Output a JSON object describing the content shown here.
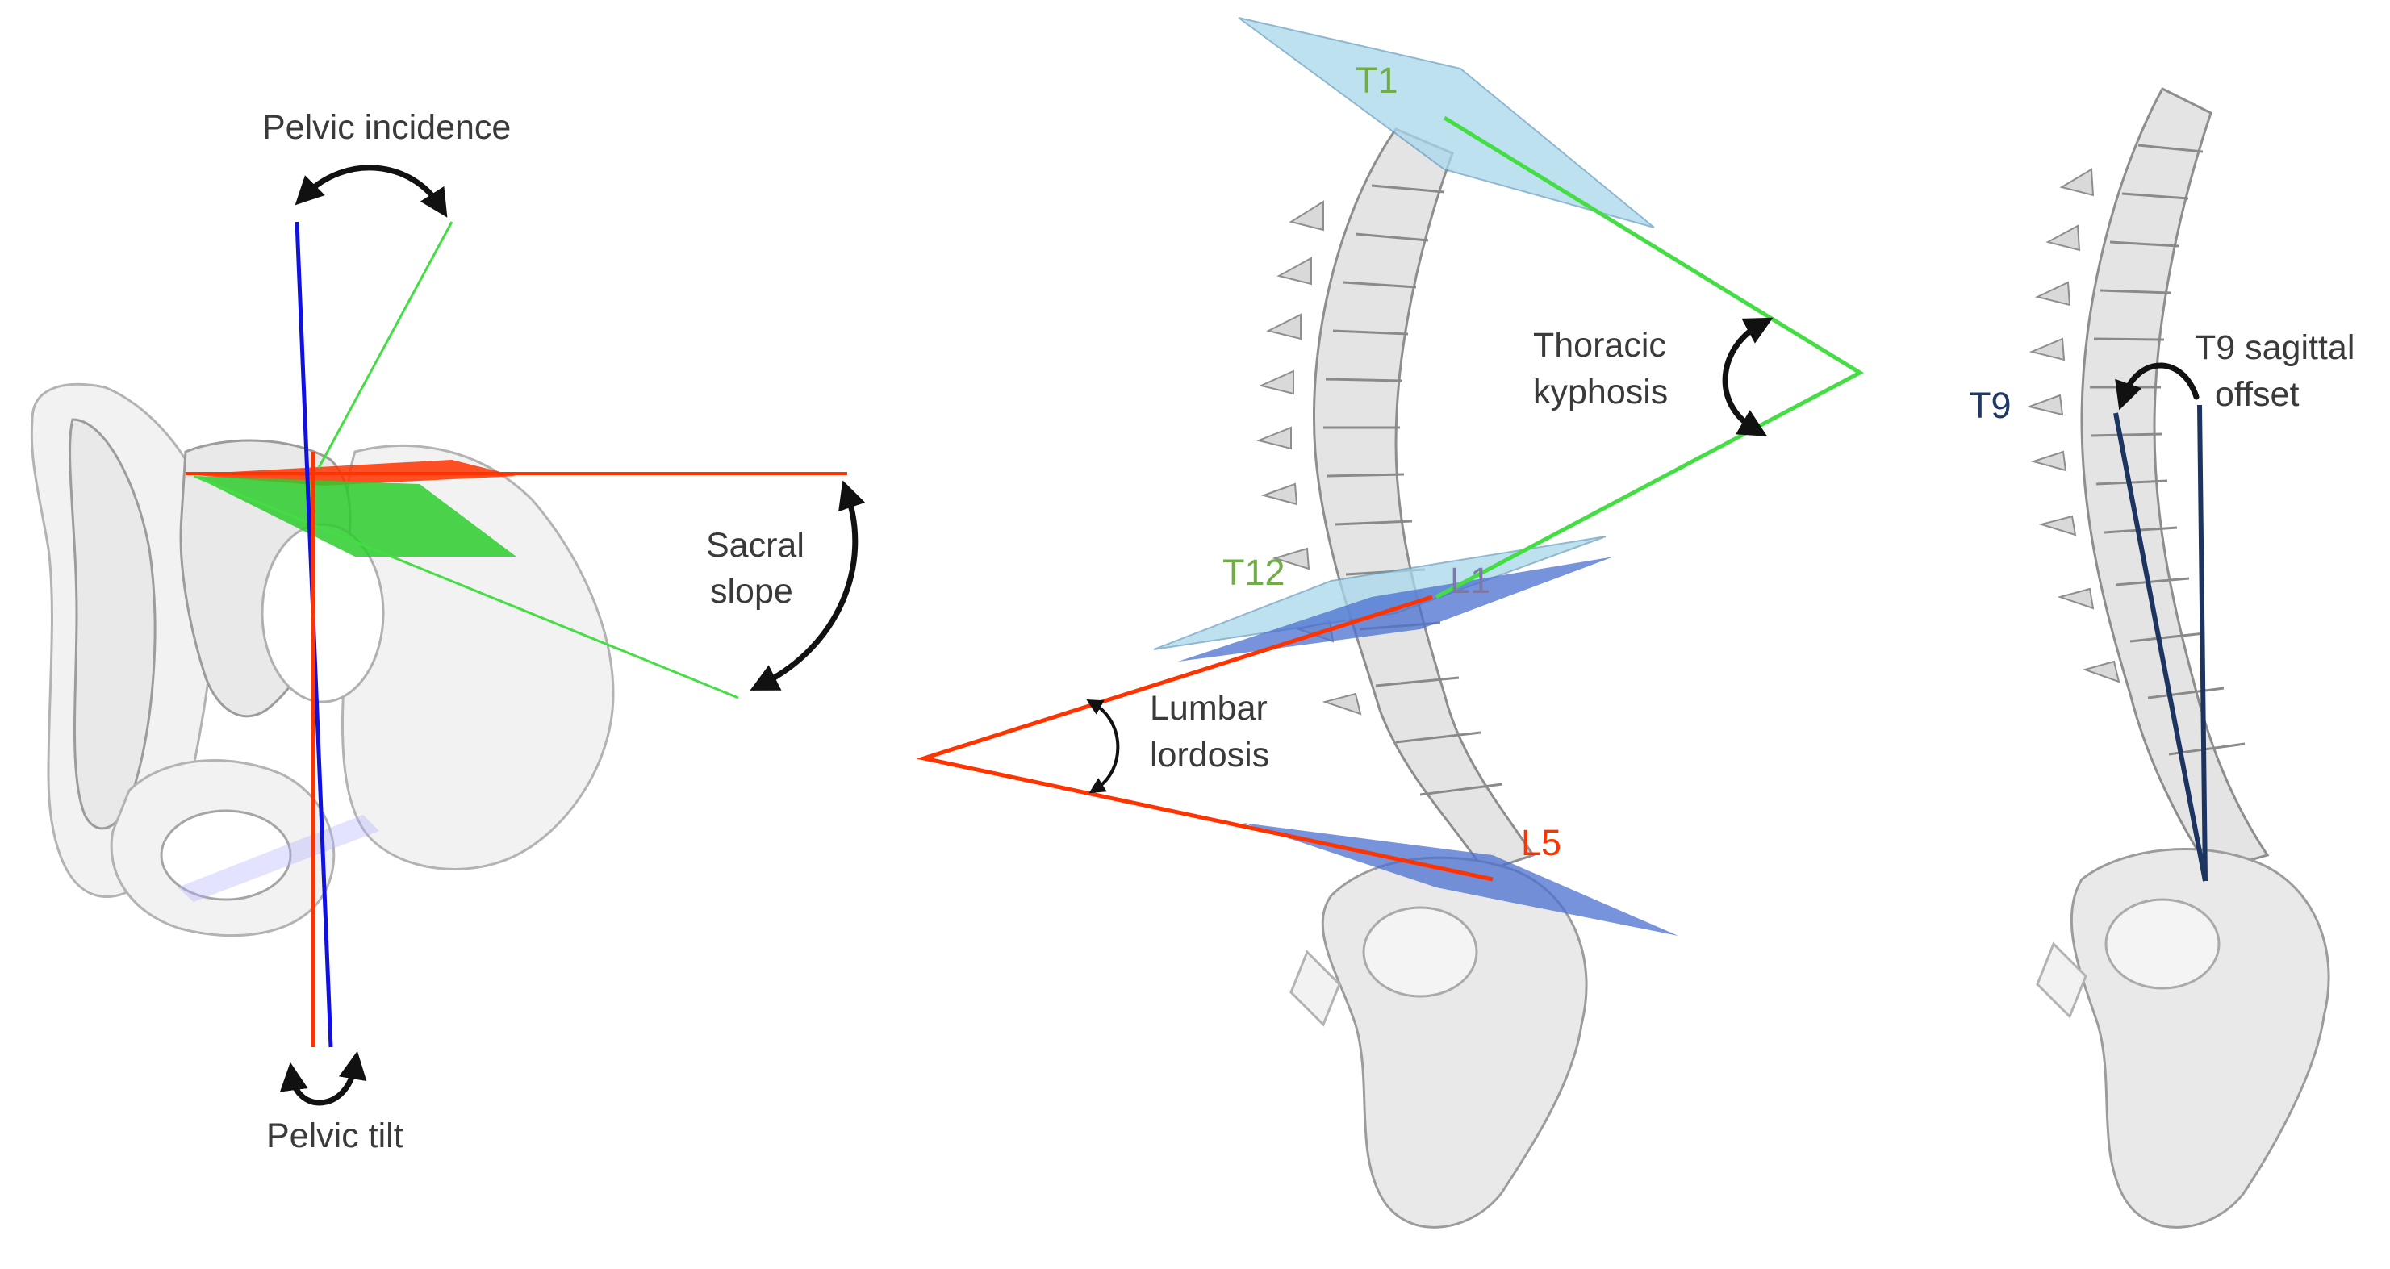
{
  "panels": {
    "pelvis": {
      "labels": {
        "pelvic_incidence": "Pelvic incidence",
        "sacral_slope_line1": "Sacral",
        "sacral_slope_line2": "slope",
        "pelvic_tilt": "Pelvic tilt"
      }
    },
    "spine_curvature": {
      "labels": {
        "t1": "T1",
        "thoracic_kyphosis_line1": "Thoracic",
        "thoracic_kyphosis_line2": "kyphosis",
        "t12": "T12",
        "l1": "L1",
        "lumbar_lordosis_line1": "Lumbar",
        "lumbar_lordosis_line2": "lordosis",
        "l5": "L5"
      }
    },
    "sagittal_offset": {
      "labels": {
        "t9": "T9",
        "t9_offset_line1": "T9 sagittal",
        "t9_offset_line2": "offset"
      }
    }
  },
  "colors": {
    "red_line": "#ff3300",
    "green_line": "#44dd44",
    "blue_line": "#1010e0",
    "navy_line": "#1d3461",
    "endplate_light_blue": "#a9d8ec",
    "endplate_blue": "#4a6fd0",
    "t_label_green": "#70ad47",
    "l5_label_red": "#ff3300",
    "t9_label_navy": "#1f3864"
  }
}
